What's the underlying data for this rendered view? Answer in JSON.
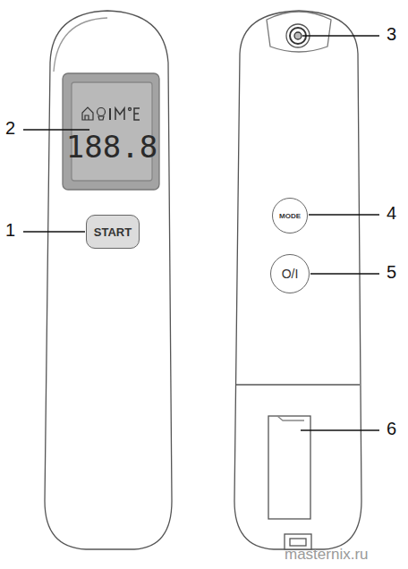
{
  "diagram": {
    "nodes": [
      {
        "text": [
          "188.8"
        ]
      },
      {
        "text": [
          "START"
        ]
      },
      {
        "text": [
          "MODE"
        ]
      },
      {
        "text": [
          "O/I"
        ]
      }
    ],
    "labels": [
      "2",
      "1",
      "3",
      "4",
      "5",
      "6",
      "masternix.ru"
    ]
  }
}
